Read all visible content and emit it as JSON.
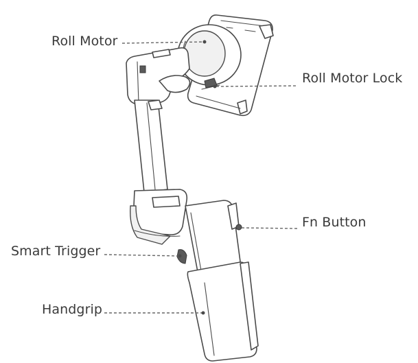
{
  "labels": {
    "roll_motor": "Roll Motor",
    "roll_motor_lock": "Roll Motor Lock",
    "fn_button": "Fn Button",
    "smart_trigger": "Smart Trigger",
    "handgrip": "Handgrip"
  },
  "colors": {
    "outline": "#4a4a4a",
    "text": "#3a3a3a",
    "background": "#ffffff"
  }
}
